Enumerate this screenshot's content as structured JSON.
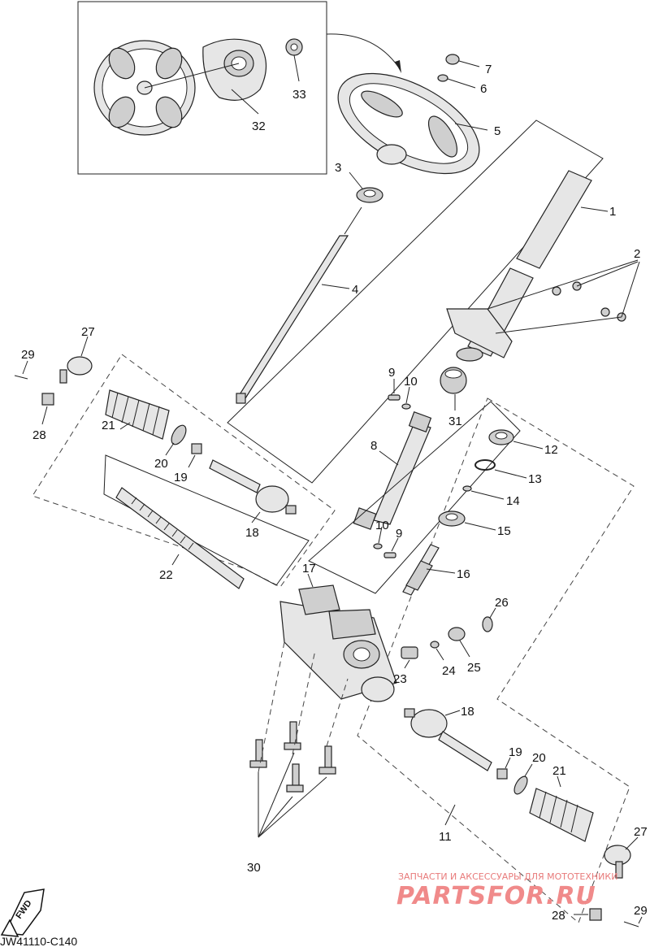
{
  "diagram_code": "JW41110-C140",
  "fwd_label": "FWD",
  "watermark": {
    "top_text": "ЗАПЧАСТИ И АКСЕССУАРЫ ДЛЯ МОТОТЕХНИКИ",
    "logo_text": "PARTSFOR.RU"
  },
  "callouts": {
    "c1": "1",
    "c2": "2",
    "c3": "3",
    "c4": "4",
    "c5": "5",
    "c6": "6",
    "c7": "7",
    "c8": "8",
    "c9a": "9",
    "c9b": "9",
    "c10a": "10",
    "c10b": "10",
    "c11": "11",
    "c12": "12",
    "c13": "13",
    "c14": "14",
    "c15": "15",
    "c16": "16",
    "c17": "17",
    "c18a": "18",
    "c18b": "18",
    "c19a": "19",
    "c19b": "19",
    "c20a": "20",
    "c20b": "20",
    "c21a": "21",
    "c21b": "21",
    "c22": "22",
    "c23": "23",
    "c24": "24",
    "c25": "25",
    "c26": "26",
    "c27a": "27",
    "c27b": "27",
    "c28a": "28",
    "c28b": "28",
    "c29a": "29",
    "c29b": "29",
    "c30": "30",
    "c31": "31",
    "c32": "32",
    "c33": "33"
  }
}
